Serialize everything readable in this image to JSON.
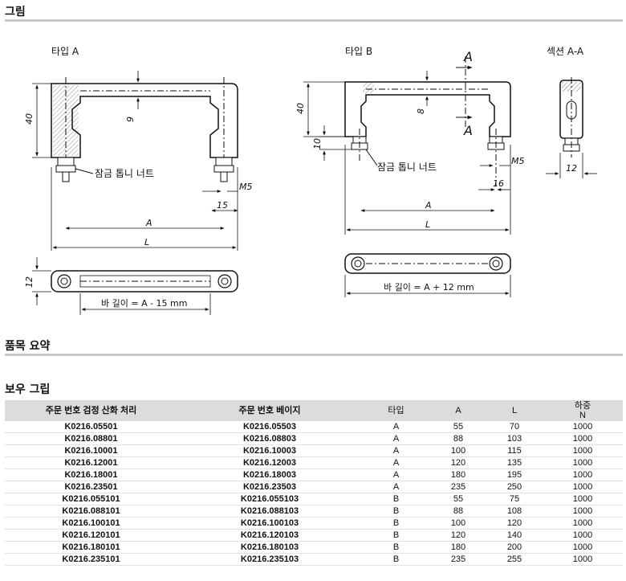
{
  "sections": {
    "drawing": "그림",
    "summary": "품목 요약",
    "tables": "보우 그립"
  },
  "drawing_labels": {
    "type_a": "타입 A",
    "type_b": "타입 B",
    "section": "섹션 A-A",
    "nut_a": "잠금 톱니 너트",
    "nut_b": "잠금 톱니 너트",
    "bar_len_a": "바 길이 = A - 15 mm",
    "bar_len_b": "바 길이 = A + 12 mm",
    "dims": {
      "a_40": "40",
      "a_9": "9",
      "a_m5": "M5",
      "a_15": "15",
      "a_A": "A",
      "a_L": "L",
      "a_12": "12",
      "b_A_top": "A",
      "b_A_bot": "A",
      "b_40": "40",
      "b_8": "8",
      "b_10": "10",
      "b_m5": "M5",
      "b_16": "16",
      "b_A": "A",
      "b_L": "L",
      "s_12": "12"
    }
  },
  "table": {
    "headers": {
      "col1": "주문 번호 검정 산화 처리",
      "col2": "주문 번호 베이지",
      "col3": "타입",
      "col4": "A",
      "col5": "L",
      "col6_line1": "하중",
      "col6_line2": "N"
    },
    "rows": [
      [
        "K0216.05501",
        "K0216.05503",
        "A",
        "55",
        "70",
        "1000"
      ],
      [
        "K0216.08801",
        "K0216.08803",
        "A",
        "88",
        "103",
        "1000"
      ],
      [
        "K0216.10001",
        "K0216.10003",
        "A",
        "100",
        "115",
        "1000"
      ],
      [
        "K0216.12001",
        "K0216.12003",
        "A",
        "120",
        "135",
        "1000"
      ],
      [
        "K0216.18001",
        "K0216.18003",
        "A",
        "180",
        "195",
        "1000"
      ],
      [
        "K0216.23501",
        "K0216.23503",
        "A",
        "235",
        "250",
        "1000"
      ],
      [
        "K0216.055101",
        "K0216.055103",
        "B",
        "55",
        "75",
        "1000"
      ],
      [
        "K0216.088101",
        "K0216.088103",
        "B",
        "88",
        "108",
        "1000"
      ],
      [
        "K0216.100101",
        "K0216.100103",
        "B",
        "100",
        "120",
        "1000"
      ],
      [
        "K0216.120101",
        "K0216.120103",
        "B",
        "120",
        "140",
        "1000"
      ],
      [
        "K0216.180101",
        "K0216.180103",
        "B",
        "180",
        "200",
        "1000"
      ],
      [
        "K0216.235101",
        "K0216.235103",
        "B",
        "235",
        "255",
        "1000"
      ]
    ]
  }
}
